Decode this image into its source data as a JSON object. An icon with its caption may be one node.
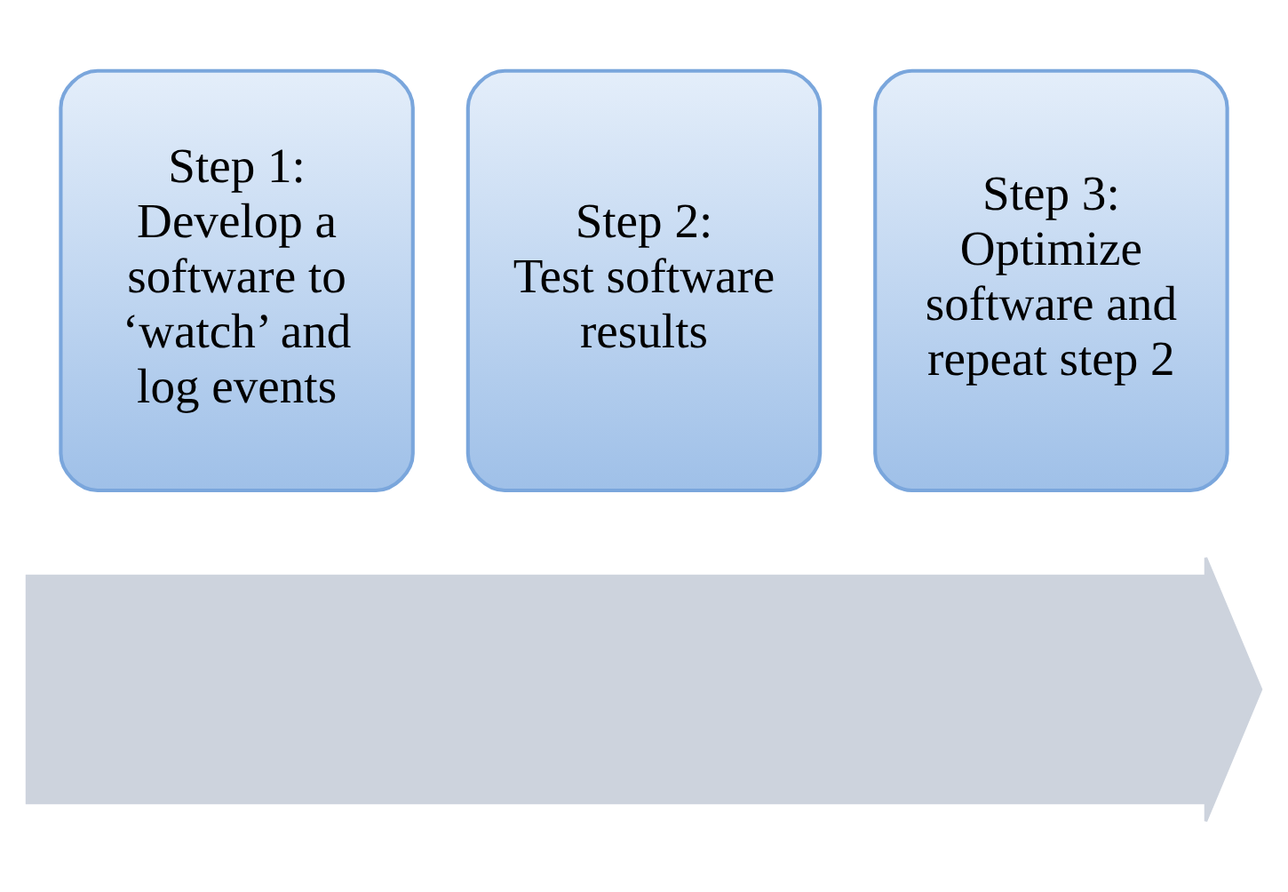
{
  "diagram": {
    "nodes": [
      {
        "text": [],
        "shape": "arrow"
      },
      {
        "text": [
          "Step 1:",
          "Develop a software to ‘watch’ and log events"
        ]
      },
      {
        "text": [
          "Step 2:",
          "Test software results"
        ]
      },
      {
        "text": [
          "Step 3:",
          "Optimize software and repeat step 2"
        ]
      }
    ],
    "edges": []
  }
}
